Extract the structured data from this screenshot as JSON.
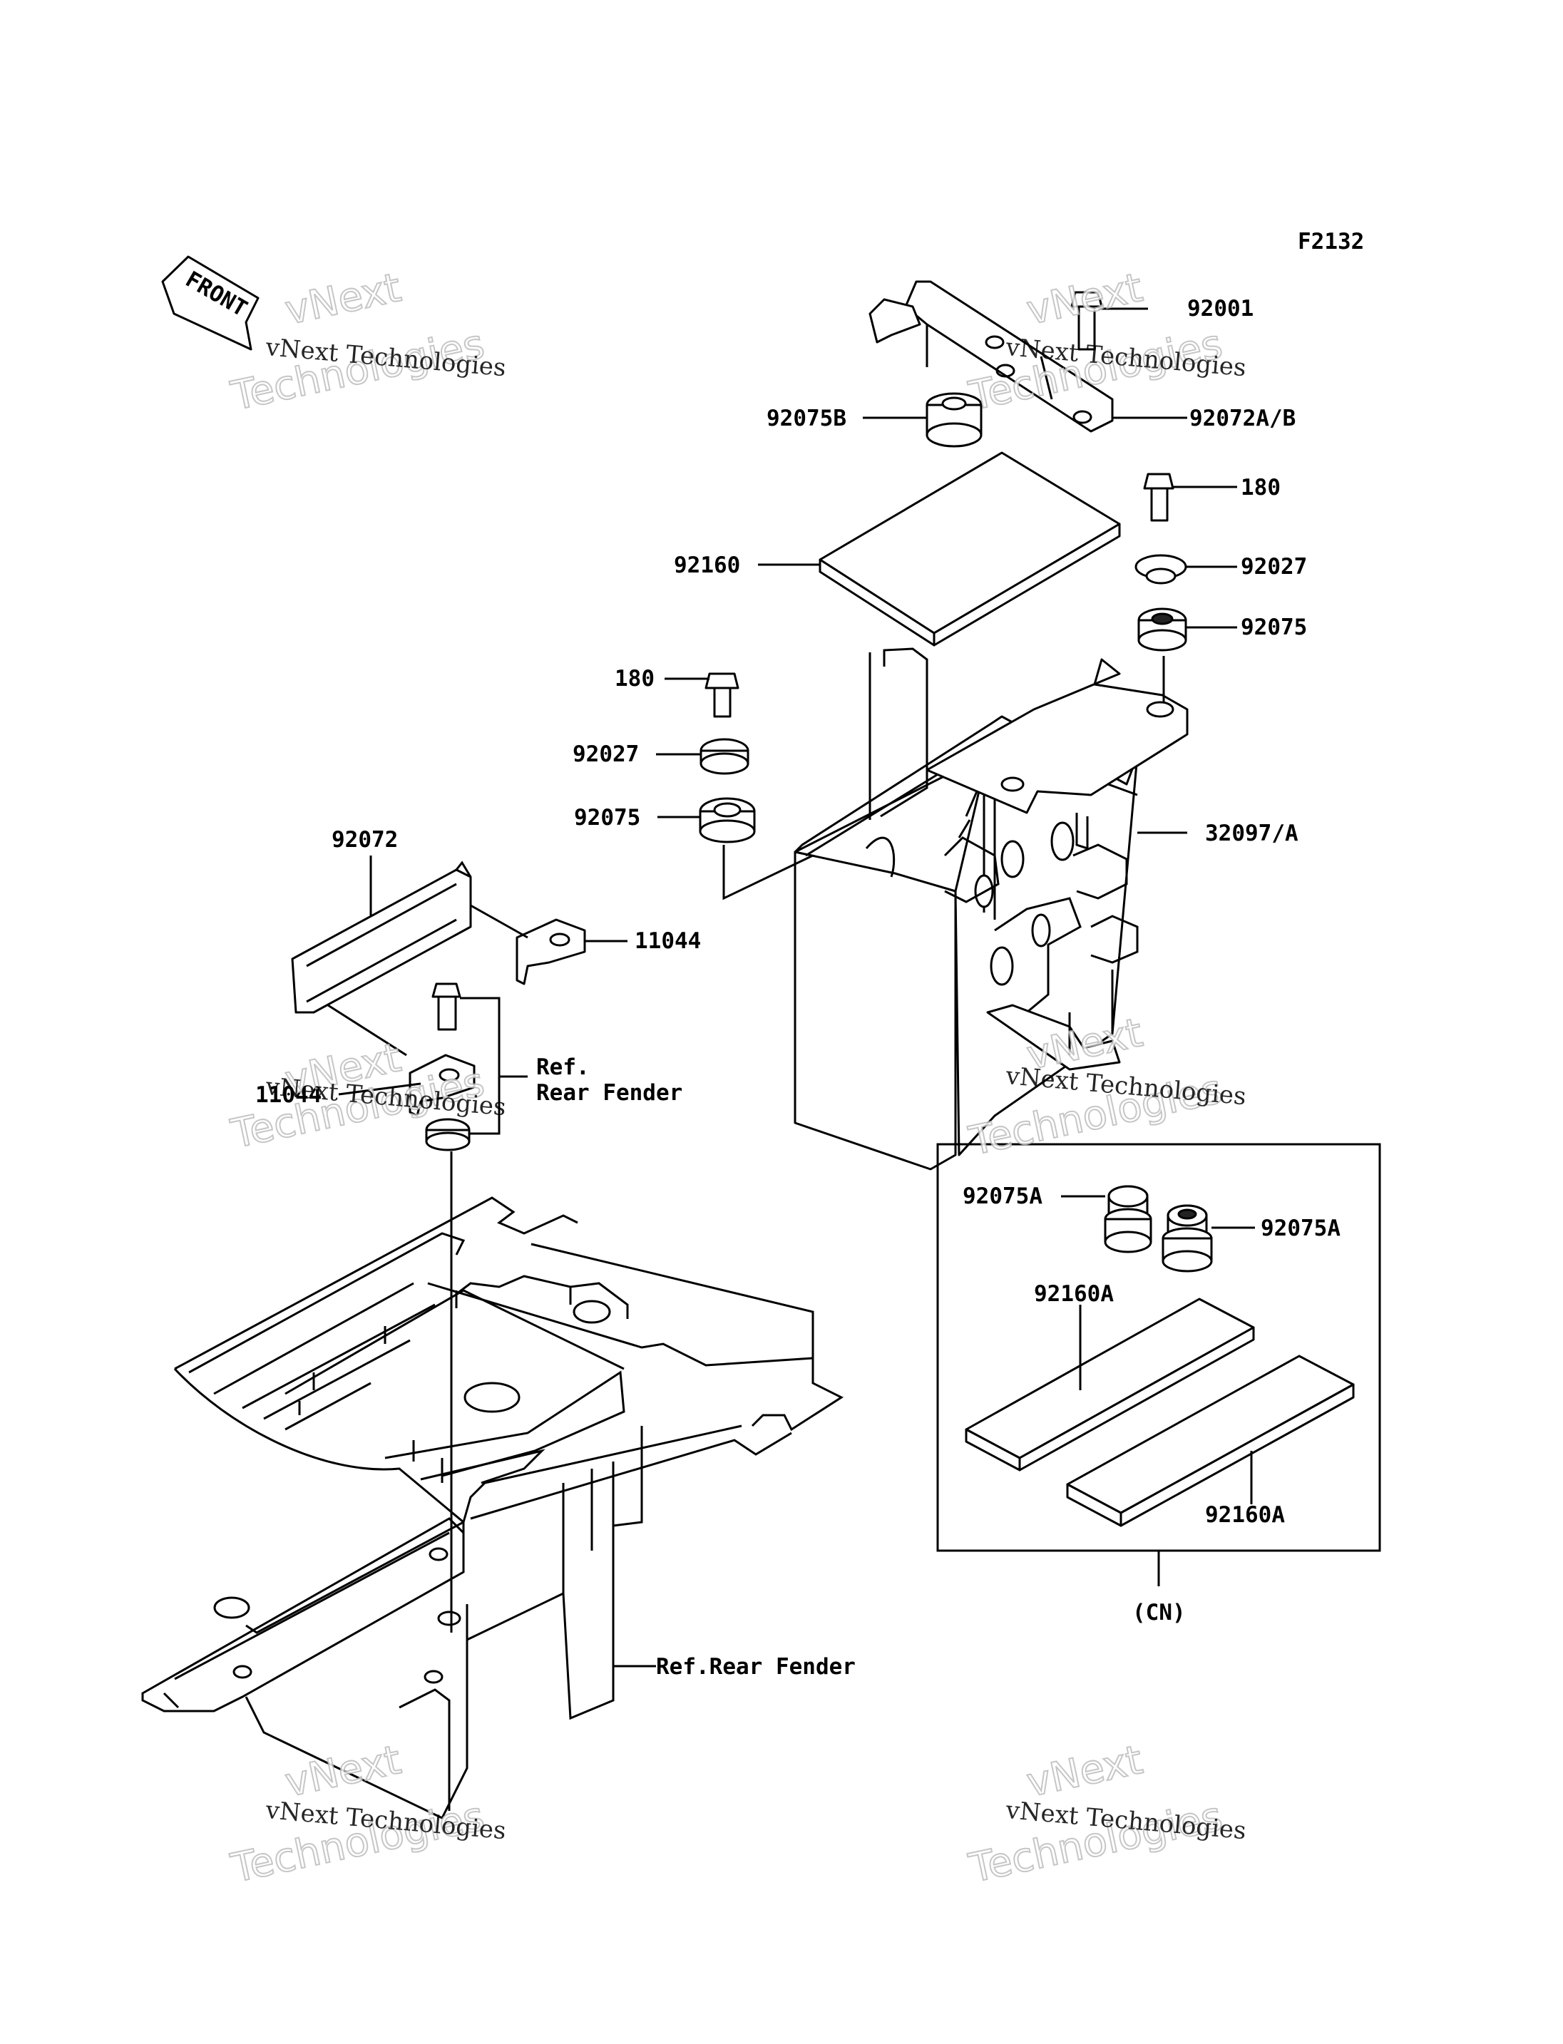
{
  "figure_code": "F2132",
  "front_label": "FRONT",
  "watermark": {
    "line1": "vNext",
    "line2": "vNext Technologies",
    "line3": "Technologies"
  },
  "labels": {
    "p92001": "92001",
    "p92072ab": "92072A/B",
    "p92075b": "92075B",
    "p180_right": "180",
    "p92160": "92160",
    "p92027_right": "92027",
    "p92075_right": "92075",
    "p180_left": "180",
    "p92027_left": "92027",
    "p92075_left": "92075",
    "p32097a": "32097/A",
    "p92072": "92072",
    "p11044_top": "11044",
    "p11044_bottom": "11044",
    "ref_line1": "Ref.",
    "ref_line2": "Rear Fender",
    "ref_rear_fender": "Ref.Rear Fender",
    "p92075a_1": "92075A",
    "p92075a_2": "92075A",
    "p92160a_1": "92160A",
    "p92160a_2": "92160A",
    "cn": "(CN)"
  }
}
